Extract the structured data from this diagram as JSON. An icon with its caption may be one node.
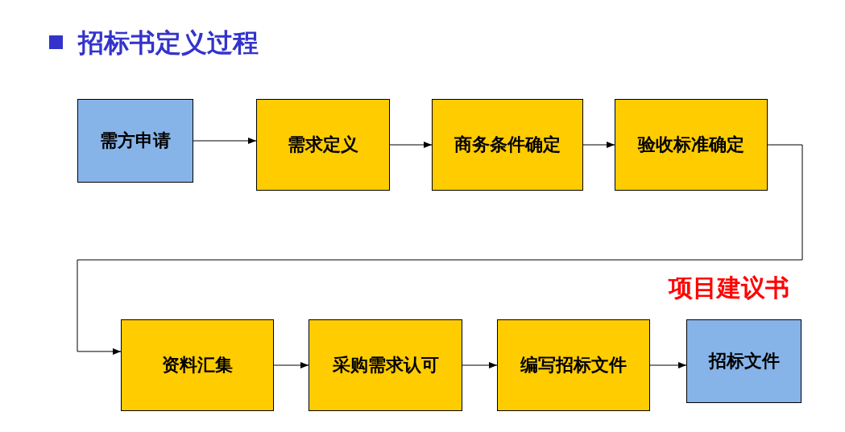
{
  "diagram": {
    "title": "招标书定义过程",
    "nodes": [
      {
        "text": [
          "需方申请"
        ]
      },
      {
        "text": [
          "需求定义"
        ]
      },
      {
        "text": [
          "商务条件确定"
        ]
      },
      {
        "text": [
          "验收标准确定"
        ]
      },
      {
        "text": [
          "资料汇集"
        ]
      },
      {
        "text": [
          "采购需求认可"
        ]
      },
      {
        "text": [
          "编写招标文件"
        ]
      },
      {
        "text": [
          "招标文件"
        ]
      }
    ],
    "edges": [
      {
        "from": 0,
        "to": 1,
        "arrow": "to"
      },
      {
        "from": 1,
        "to": 2,
        "arrow": "to"
      },
      {
        "from": 2,
        "to": 3,
        "arrow": "to"
      },
      {
        "from": 3,
        "to": 4,
        "arrow": "to"
      },
      {
        "from": 4,
        "to": 5,
        "arrow": "to"
      },
      {
        "from": 5,
        "to": 6,
        "arrow": "to"
      },
      {
        "from": 6,
        "to": 7,
        "arrow": "to"
      }
    ],
    "labels": [
      "项目建议书"
    ]
  }
}
